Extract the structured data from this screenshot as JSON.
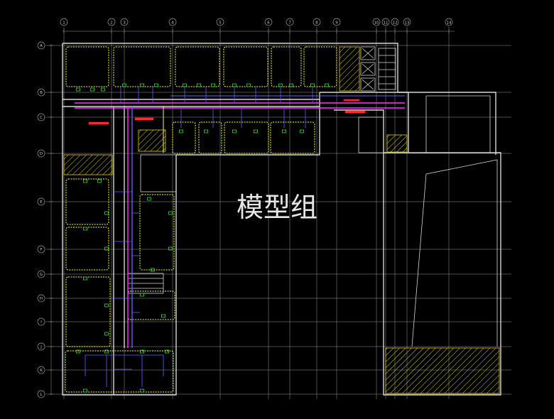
{
  "watermark": "模型组",
  "column_grid_labels": [
    "1",
    "2",
    "3",
    "4",
    "5",
    "6",
    "7",
    "8",
    "9",
    "10",
    "11",
    "12",
    "13",
    "14"
  ],
  "row_grid_labels": [
    "A",
    "B",
    "C",
    "D",
    "E",
    "F",
    "G",
    "H",
    "I",
    "J",
    "K",
    "L"
  ],
  "colors": {
    "background": "#000000",
    "grid": "#9a9a9a",
    "wall": "#d6d6d6",
    "room_outline": "#ffff33",
    "duct_main": "#ff33ff",
    "duct_branch": "#6a5cff",
    "annotation": "#ff2a2a",
    "fixture": "#33dd33",
    "hatch": "#e0d000",
    "watermark": "#e6e6e6"
  }
}
